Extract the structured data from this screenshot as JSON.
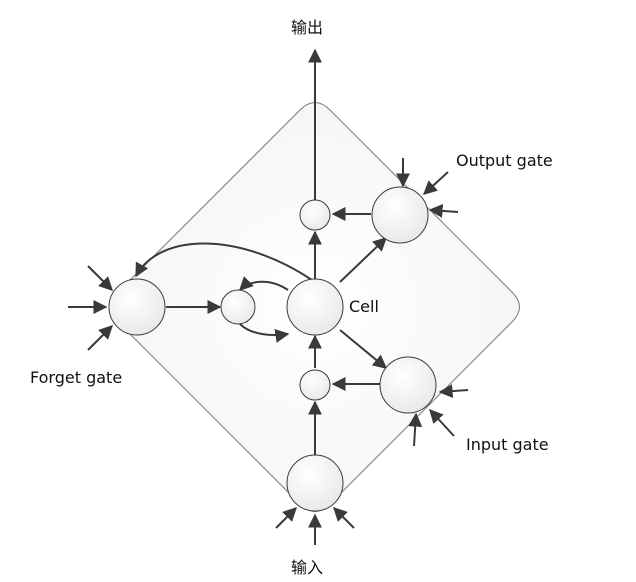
{
  "labels": {
    "output": "输出",
    "input": "输入",
    "output_gate": "Output gate",
    "forget_gate": "Forget gate",
    "input_gate": "Input gate",
    "cell": "Cell"
  },
  "colors": {
    "stroke": "#3a3a3a",
    "node_fill": "#ffffff",
    "diamond_stroke": "#7a7a7a"
  }
}
